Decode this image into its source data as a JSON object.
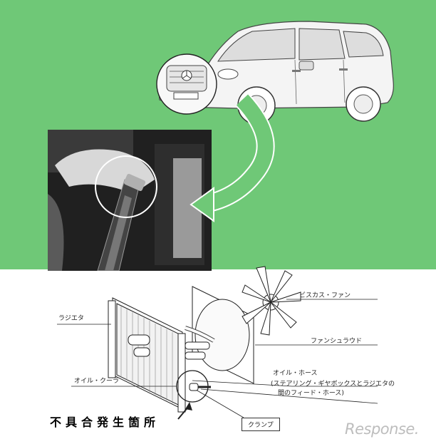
{
  "labels": {
    "radiator": "ラジエタ",
    "viscous_fan": "ビスカス・ファン",
    "fan_shroud": "ファンシュラウド",
    "oil_cooler": "オイル・クーラ",
    "oil_hose": "オイル・ホース",
    "oil_hose_detail_1": "(ステアリング・ギヤボックスとラジエタの",
    "oil_hose_detail_2": "間のフィード・ホース)",
    "clamp": "クランプ",
    "defect_location": "不具合発生箇所"
  },
  "watermark": "Response.",
  "colors": {
    "green_background": "#6fc877",
    "white_background": "#ffffff"
  }
}
